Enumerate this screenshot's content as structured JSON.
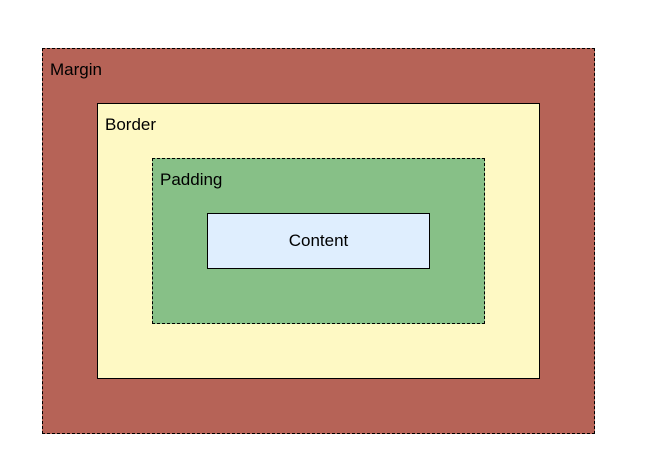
{
  "diagram": {
    "margin": {
      "label": "Margin",
      "color": "#b66357"
    },
    "border": {
      "label": "Border",
      "color": "#fef9c4"
    },
    "padding": {
      "label": "Padding",
      "color": "#87c087"
    },
    "content": {
      "label": "Content",
      "color": "#dfeefe"
    }
  }
}
